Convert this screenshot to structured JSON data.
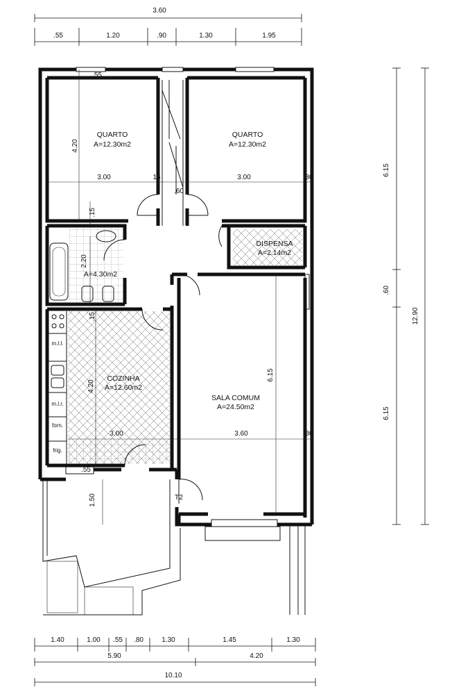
{
  "top_dims": {
    "overall": "3.60",
    "segments": [
      ".55",
      "1.20",
      ".90",
      "1.30",
      "1.95"
    ]
  },
  "right_dims": {
    "outer": "12.90",
    "inner": [
      "6.15",
      ".60",
      "6.15"
    ]
  },
  "bottom_dims": {
    "row1": [
      "1.40",
      "1.00",
      ".55",
      ".80",
      "1.30",
      "1.45",
      "1.30"
    ],
    "row2": [
      "5.90",
      "4.20"
    ],
    "row3": "10.10"
  },
  "rooms": {
    "quarto1": {
      "name": "QUARTO",
      "area": "A=12.30m2"
    },
    "quarto2": {
      "name": "QUARTO",
      "area": "A=12.30m2"
    },
    "dispensa": {
      "name": "DISPENSA",
      "area": "A=2.14m2"
    },
    "wc": {
      "area": "A=4.30m2"
    },
    "cozinha": {
      "name": "COZINHA",
      "area": "A=12.60m2"
    },
    "sala": {
      "name": "SALA  COMUM",
      "area": "A=24.50m2"
    }
  },
  "interior_dims": {
    "window_top": ".55",
    "quarto_height": "4.20",
    "quarto1_width": "3.00",
    "wall_15": "15",
    "quarto2_width": "3.00",
    "wall_30": "30",
    "closet_width": ".60",
    "bath_wall": ".15",
    "bath_height": "2.20",
    "kitchen_wall": ".15",
    "kitchen_height": "4.20",
    "kitchen_width": "3.00",
    "sala_width": "3.60",
    "sala_wall": "30",
    "sala_height": "6.15",
    "window_bottom": ".55",
    "terrace_depth": "1.50",
    "door_label": "T2"
  },
  "kitchen_units": [
    "m.l.l.",
    "m.l.r.",
    "forn.",
    "frig."
  ]
}
